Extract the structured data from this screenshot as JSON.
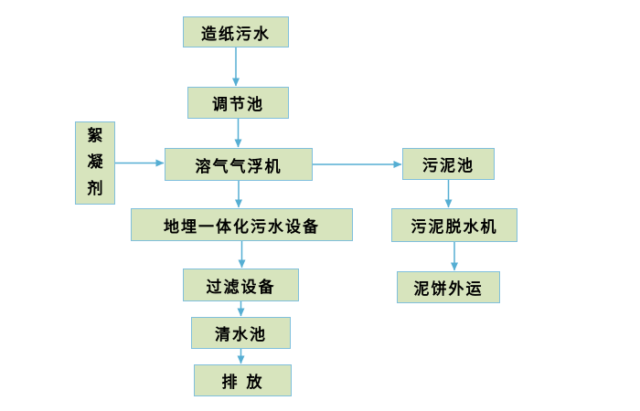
{
  "colors": {
    "node_fill": "#d7e4bd",
    "node_border": "#7fbfdc",
    "arrow": "#55aed3",
    "text": "#000000",
    "background": "#ffffff"
  },
  "nodes": [
    {
      "id": "paper-wastewater",
      "label": "造纸污水"
    },
    {
      "id": "regulating-tank",
      "label": "调节池"
    },
    {
      "id": "flocculant",
      "label": "絮凝剂",
      "orientation": "vertical"
    },
    {
      "id": "daf-machine",
      "label": "溶气气浮机"
    },
    {
      "id": "sludge-tank",
      "label": "污泥池"
    },
    {
      "id": "buried-integrated-equipment",
      "label": "地埋一体化污水设备"
    },
    {
      "id": "sludge-dewatering-machine",
      "label": "污泥脱水机"
    },
    {
      "id": "filter-equipment",
      "label": "过滤设备"
    },
    {
      "id": "mud-cake-transport",
      "label": "泥饼外运"
    },
    {
      "id": "clean-water-tank",
      "label": "清水池"
    },
    {
      "id": "discharge",
      "label": "排 放"
    }
  ],
  "edges": [
    {
      "from": 0,
      "to": 1
    },
    {
      "from": 1,
      "to": 3
    },
    {
      "from": 2,
      "to": 3
    },
    {
      "from": 3,
      "to": 4
    },
    {
      "from": 3,
      "to": 5
    },
    {
      "from": 4,
      "to": 6
    },
    {
      "from": 6,
      "to": 8
    },
    {
      "from": 5,
      "to": 7
    },
    {
      "from": 7,
      "to": 9
    },
    {
      "from": 9,
      "to": 10
    }
  ]
}
